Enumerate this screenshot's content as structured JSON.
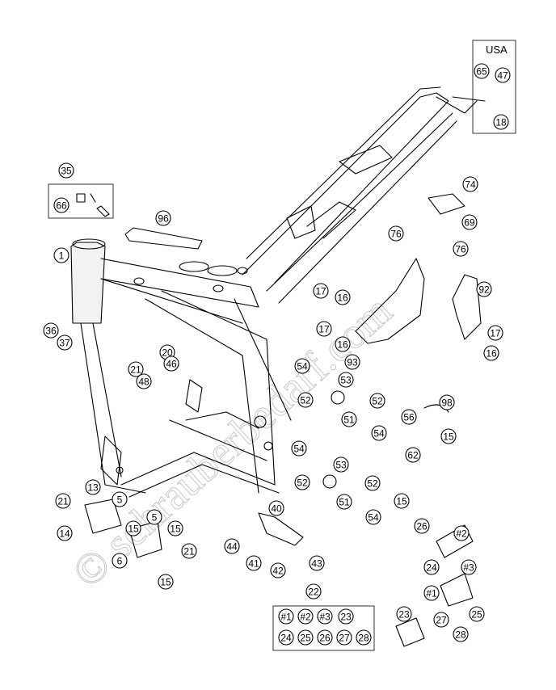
{
  "box_usa": {
    "label": "USA"
  },
  "watermark": {
    "text": "© schrauberbedarf.com"
  },
  "callouts": {
    "c1": "1",
    "c5a": "5",
    "c5b": "5",
    "c6": "6",
    "c13": "13",
    "c14": "14",
    "c15a": "15",
    "c15b": "15",
    "c15c": "15",
    "c15d": "15",
    "c15e": "15",
    "c16a": "16",
    "c16b": "16",
    "c16c": "16",
    "c17a": "17",
    "c17b": "17",
    "c17c": "17",
    "c18": "18",
    "c20": "20",
    "c21a": "21",
    "c21b": "21",
    "c21c": "21",
    "c22": "22",
    "c23a": "23",
    "c23b": "23",
    "c24a": "24",
    "c24b": "24",
    "c25a": "25",
    "c25b": "25",
    "c26a": "26",
    "c26b": "26",
    "c27a": "27",
    "c27b": "27",
    "c28a": "28",
    "c28b": "28",
    "c35": "35",
    "c36": "36",
    "c37": "37",
    "c40": "40",
    "c41": "41",
    "c42": "42",
    "c43": "43",
    "c44": "44",
    "c46": "46",
    "c47": "47",
    "c48": "48",
    "c51a": "51",
    "c51b": "51",
    "c52a": "52",
    "c52b": "52",
    "c52c": "52",
    "c52d": "52",
    "c53a": "53",
    "c53b": "53",
    "c54a": "54",
    "c54b": "54",
    "c54c": "54",
    "c54d": "54",
    "c56": "56",
    "c62": "62",
    "c65": "65",
    "c66": "66",
    "c69": "69",
    "c74": "74",
    "c76a": "76",
    "c76b": "76",
    "c92": "92",
    "c93": "93",
    "c96": "96",
    "c98": "98",
    "h1a": "#1",
    "h1b": "#1",
    "h2a": "#2",
    "h2b": "#2",
    "h3a": "#3",
    "h3b": "#3"
  }
}
